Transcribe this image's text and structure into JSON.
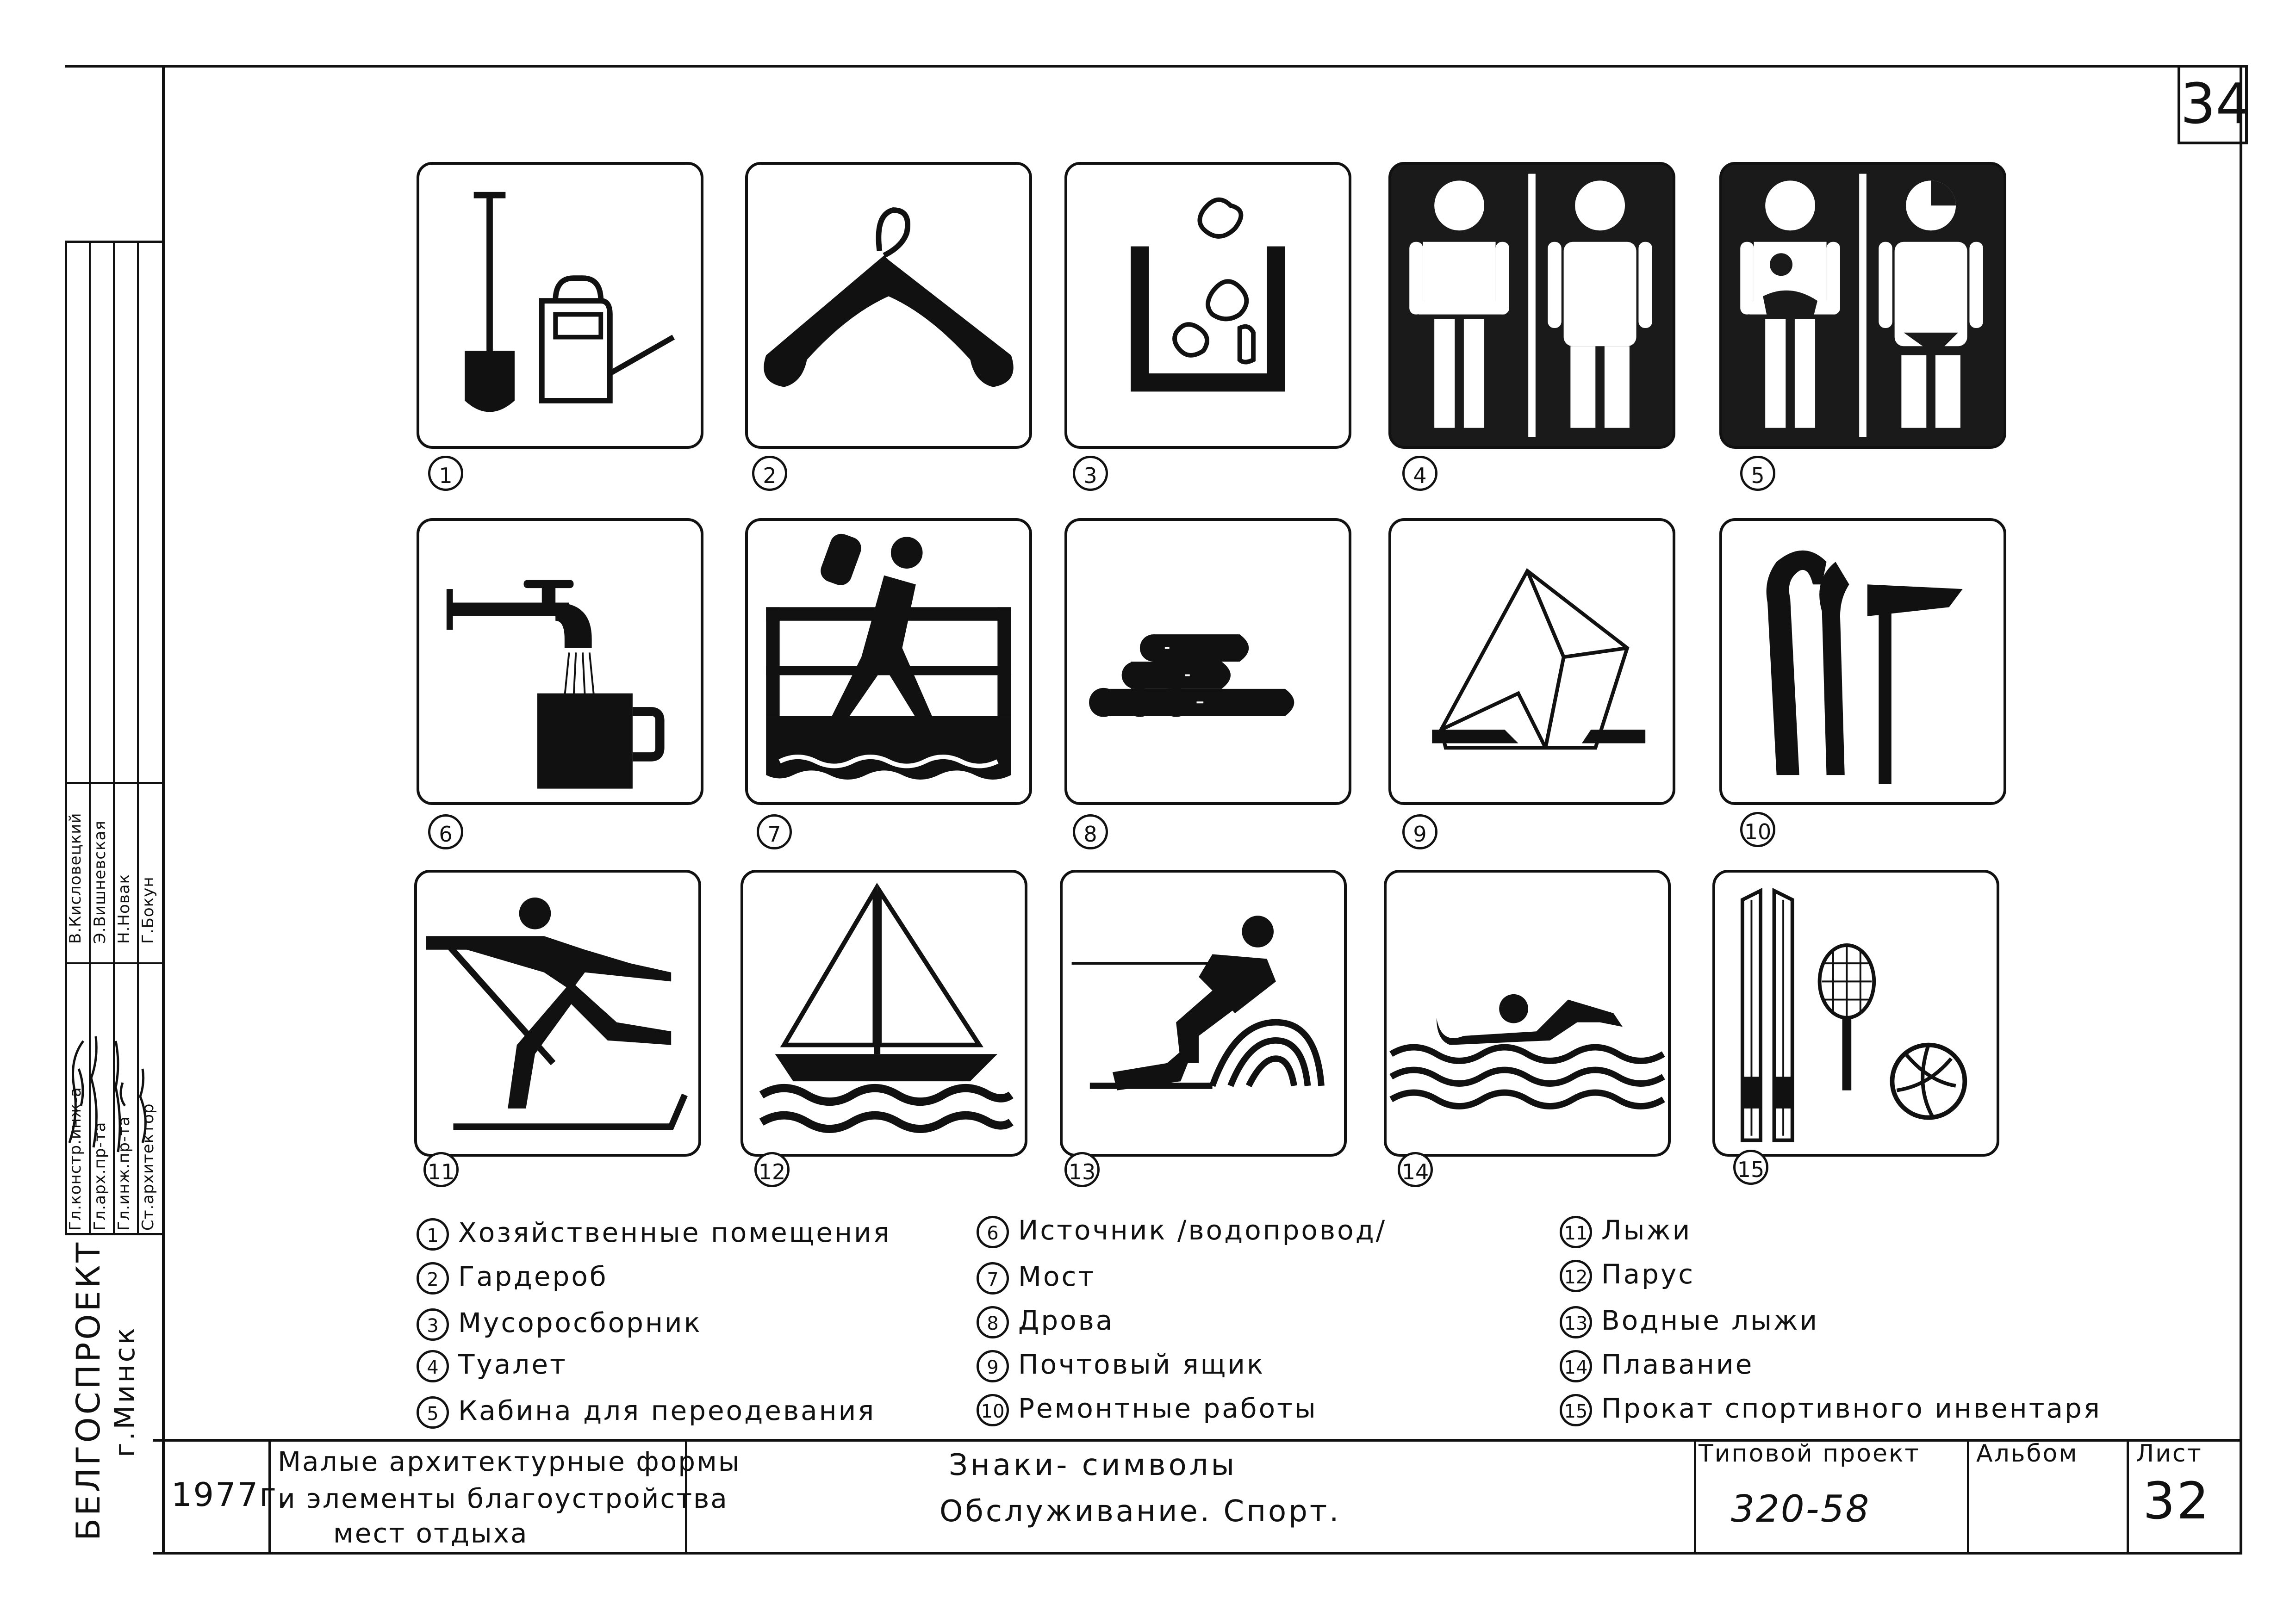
{
  "sheet": {
    "corner_number": "34"
  },
  "signoff": {
    "rows": [
      {
        "role": "Гл.констр.инж-а",
        "name": "В.Кисловецкий"
      },
      {
        "role": "Гл.арх.пр-та",
        "name": "Э.Вишневская"
      },
      {
        "role": "Гл.инж.пр-та",
        "name": "Н.Новак"
      },
      {
        "role": "Ст.архитектор",
        "name": "Г.Бокун"
      }
    ],
    "organization": "БЕЛГОСПРОЕКТ",
    "city": "г.Минск"
  },
  "icons": [
    {
      "n": "1",
      "icon": "shovel-watering-can-icon"
    },
    {
      "n": "2",
      "icon": "coat-hanger-icon"
    },
    {
      "n": "3",
      "icon": "trash-bin-icon"
    },
    {
      "n": "4",
      "icon": "toilet-icon"
    },
    {
      "n": "5",
      "icon": "changing-cabin-icon"
    },
    {
      "n": "6",
      "icon": "water-tap-icon"
    },
    {
      "n": "7",
      "icon": "bridge-hiker-icon"
    },
    {
      "n": "8",
      "icon": "firewood-logs-icon"
    },
    {
      "n": "9",
      "icon": "mailbox-envelope-icon"
    },
    {
      "n": "10",
      "icon": "pliers-hammer-icon"
    },
    {
      "n": "11",
      "icon": "skier-icon"
    },
    {
      "n": "12",
      "icon": "sailboat-icon"
    },
    {
      "n": "13",
      "icon": "water-skier-icon"
    },
    {
      "n": "14",
      "icon": "swimmer-icon"
    },
    {
      "n": "15",
      "icon": "sports-equipment-rental-icon"
    }
  ],
  "legend": [
    {
      "n": "1",
      "text": "Хозяйственные помещения"
    },
    {
      "n": "2",
      "text": "Гардероб"
    },
    {
      "n": "3",
      "text": "Мусоросборник"
    },
    {
      "n": "4",
      "text": "Туалет"
    },
    {
      "n": "5",
      "text": "Кабина для переодевания"
    },
    {
      "n": "6",
      "text": "Источник /водопровод/"
    },
    {
      "n": "7",
      "text": "Мост"
    },
    {
      "n": "8",
      "text": "Дрова"
    },
    {
      "n": "9",
      "text": "Почтовый ящик"
    },
    {
      "n": "10",
      "text": "Ремонтные работы"
    },
    {
      "n": "11",
      "text": "Лыжи"
    },
    {
      "n": "12",
      "text": "Парус"
    },
    {
      "n": "13",
      "text": "Водные лыжи"
    },
    {
      "n": "14",
      "text": "Плавание"
    },
    {
      "n": "15",
      "text": "Прокат спортивного инвентаря"
    }
  ],
  "title_block": {
    "year": "1977г.",
    "project_title": [
      "Малые архитектурные формы",
      "и элементы благоустройства",
      "мест отдыха"
    ],
    "drawing_title": [
      "Знаки- символы",
      "Обслуживание. Спорт."
    ],
    "type_project_label": "Типовой проект",
    "type_project_value": "320-58",
    "album_label": "Альбом",
    "sheet_label": "Лист",
    "sheet_value": "32"
  }
}
